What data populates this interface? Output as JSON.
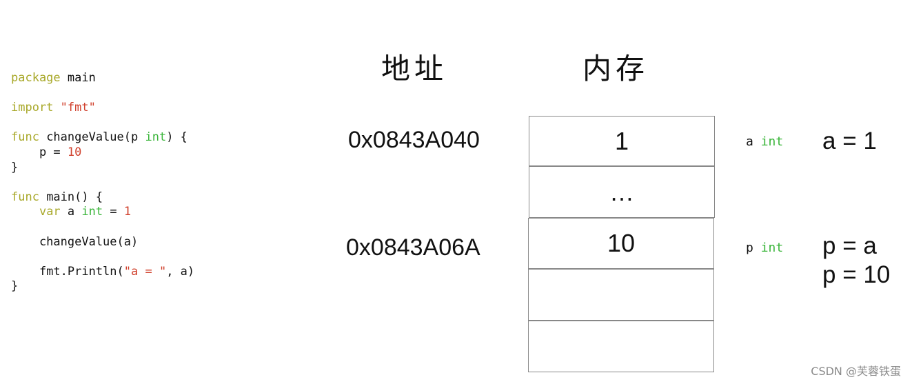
{
  "code_lines": [
    [
      {
        "t": "package",
        "c": "kw-y"
      },
      {
        "t": " main",
        "c": "txt"
      }
    ],
    [],
    [
      {
        "t": "import",
        "c": "kw-y"
      },
      {
        "t": " ",
        "c": "txt"
      },
      {
        "t": "\"fmt\"",
        "c": "str-r"
      }
    ],
    [],
    [
      {
        "t": "func",
        "c": "kw-y"
      },
      {
        "t": " changeValue(p ",
        "c": "txt"
      },
      {
        "t": "int",
        "c": "kw-g"
      },
      {
        "t": ") {",
        "c": "txt"
      }
    ],
    [
      {
        "t": "    p = ",
        "c": "txt"
      },
      {
        "t": "10",
        "c": "str-r"
      }
    ],
    [
      {
        "t": "}",
        "c": "txt"
      }
    ],
    [],
    [
      {
        "t": "func",
        "c": "kw-y"
      },
      {
        "t": " main() {",
        "c": "txt"
      }
    ],
    [
      {
        "t": "    ",
        "c": "txt"
      },
      {
        "t": "var",
        "c": "kw-y"
      },
      {
        "t": " a ",
        "c": "txt"
      },
      {
        "t": "int",
        "c": "kw-g"
      },
      {
        "t": " = ",
        "c": "txt"
      },
      {
        "t": "1",
        "c": "str-r"
      }
    ],
    [],
    [
      {
        "t": "    changeValue(a)",
        "c": "txt"
      }
    ],
    [],
    [
      {
        "t": "    fmt.Println(",
        "c": "txt"
      },
      {
        "t": "\"a = \"",
        "c": "str-r"
      },
      {
        "t": ", a)",
        "c": "txt"
      }
    ],
    [
      {
        "t": "}",
        "c": "txt"
      }
    ]
  ],
  "headers": {
    "address": "地址",
    "memory": "内存"
  },
  "addresses": {
    "a_addr": "0x0843A040",
    "p_addr": "0x0843A06A"
  },
  "memory_cells": [
    "1",
    "…",
    "10",
    "",
    ""
  ],
  "var_labels": {
    "a_name": "a",
    "a_type": "int",
    "p_name": "p",
    "p_type": "int"
  },
  "equations": {
    "a_eq": "a = 1",
    "p_eq1": "p = a",
    "p_eq2": "p = 10"
  },
  "watermark": "CSDN @芙蓉铁蛋"
}
